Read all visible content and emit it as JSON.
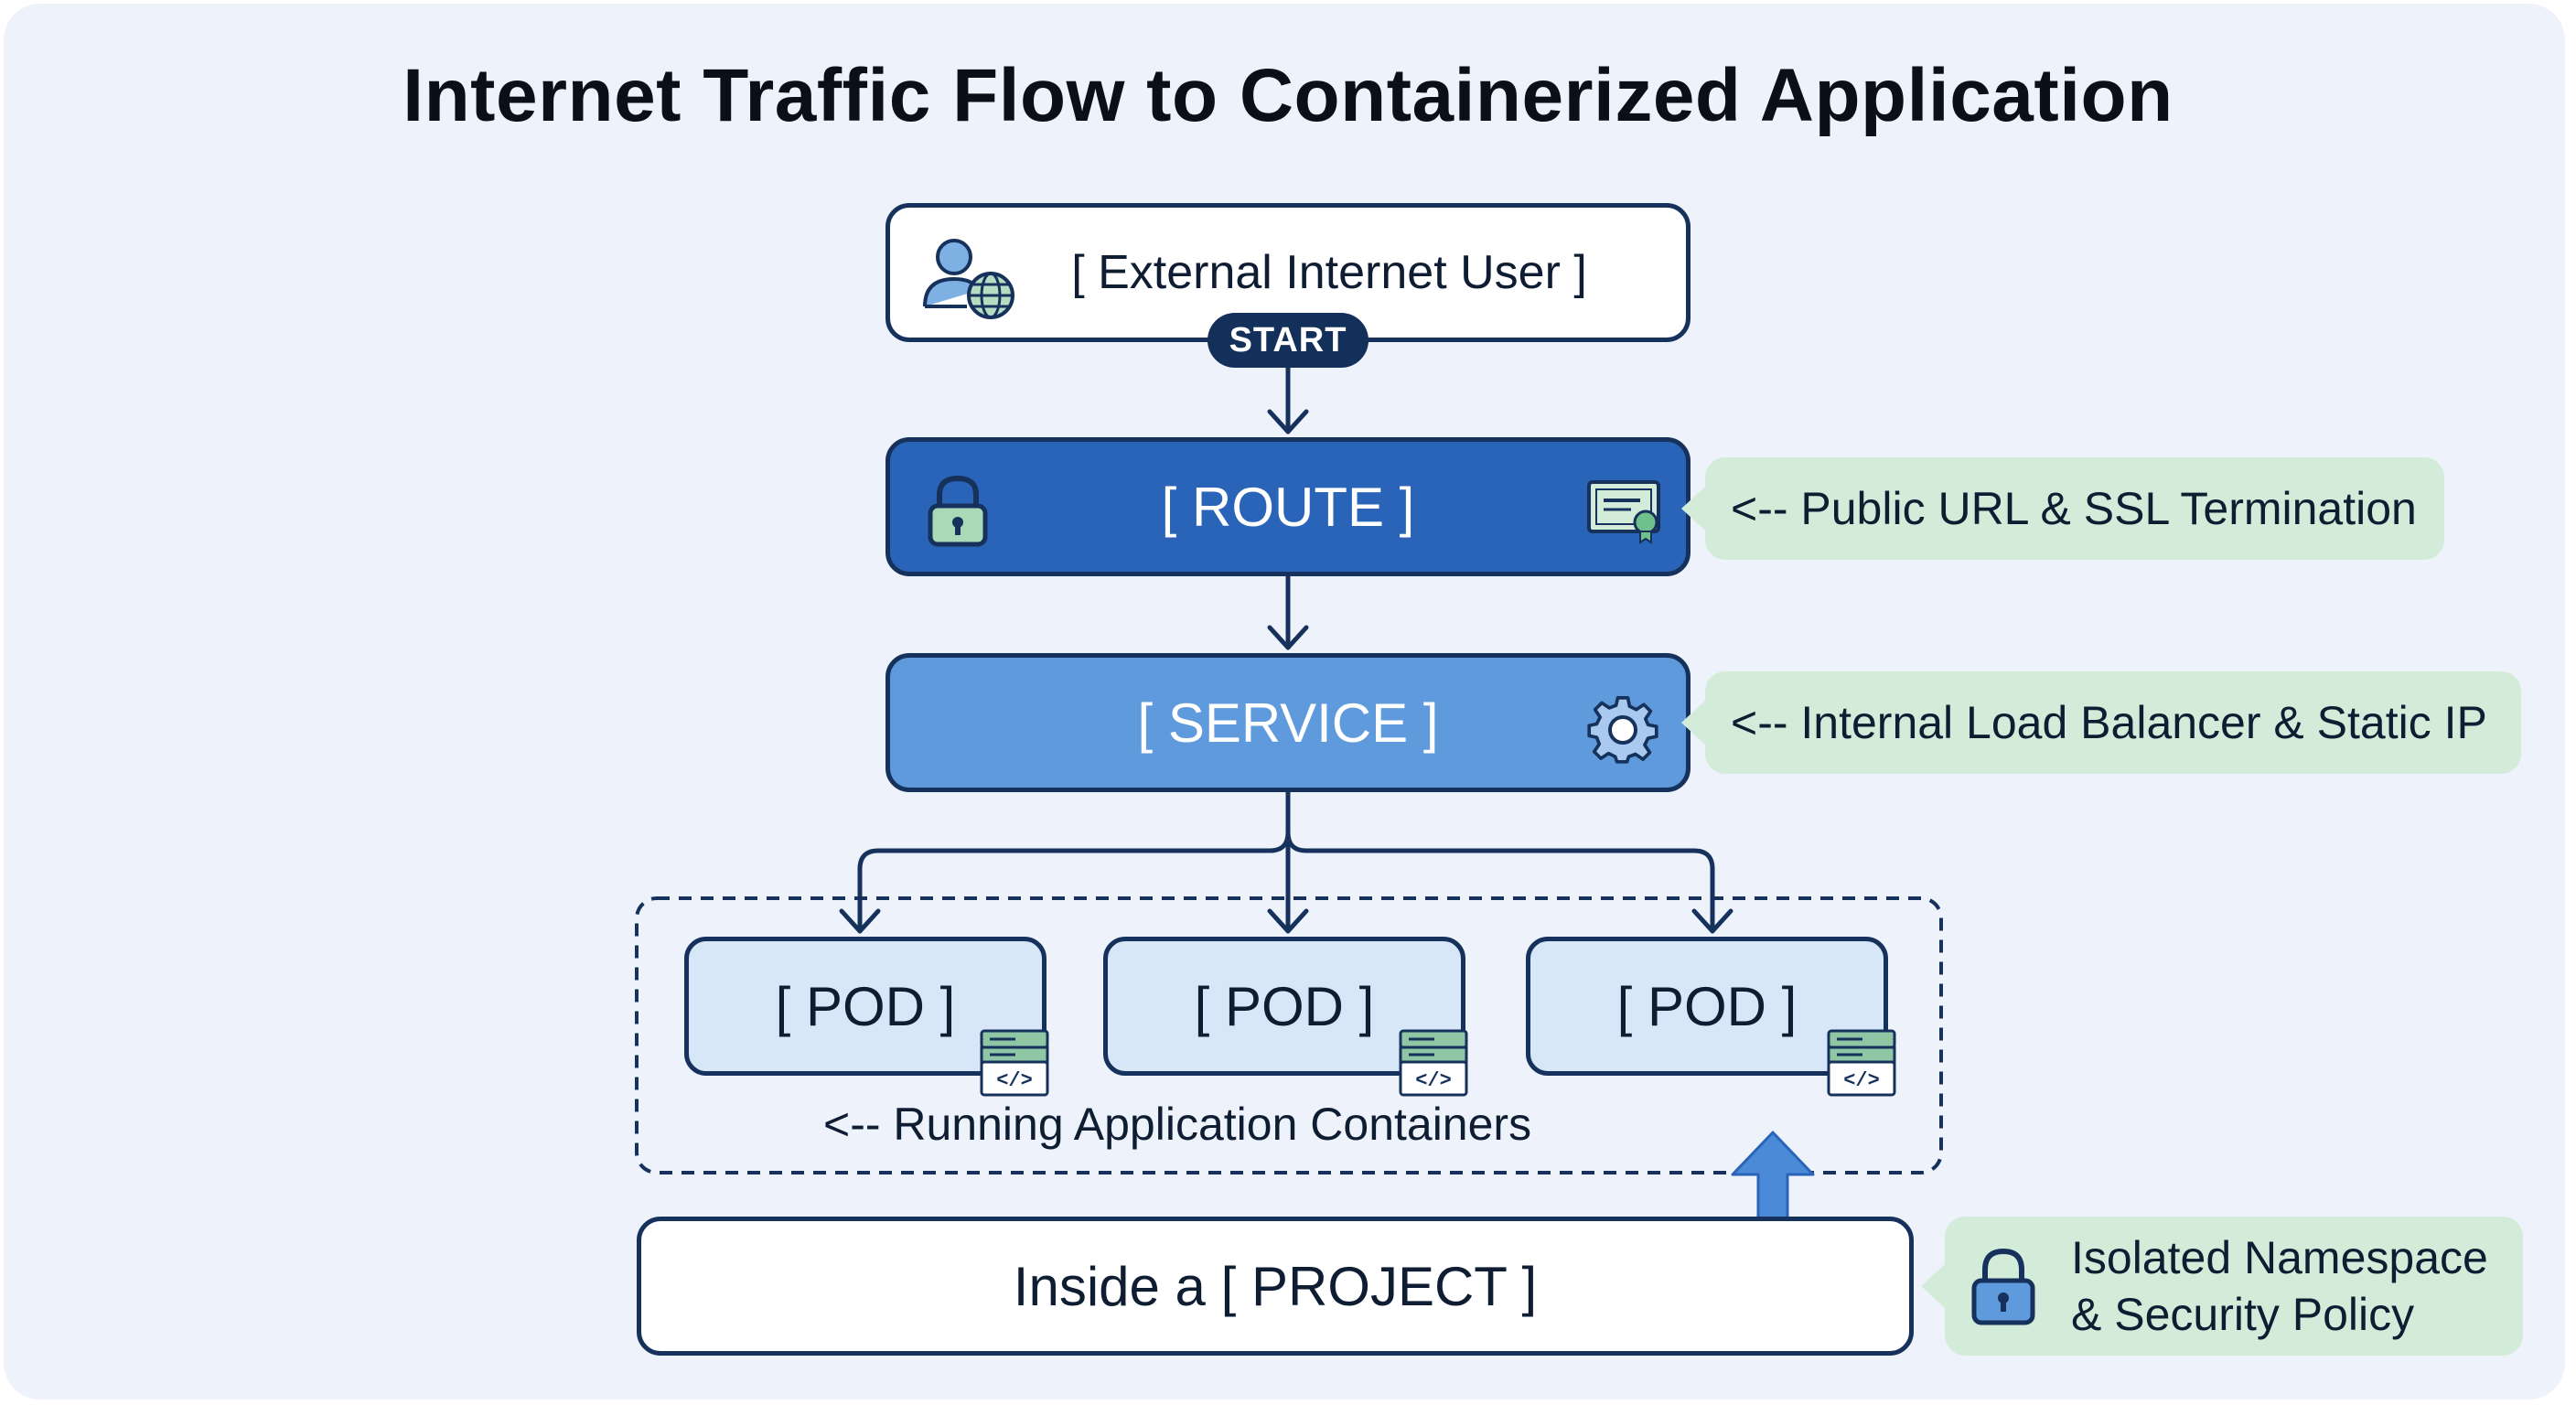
{
  "title": "Internet Traffic Flow to Containerized Application",
  "nodes": {
    "user": "[ External Internet User ]",
    "start": "START",
    "route": "[ ROUTE ]",
    "service": "[ SERVICE ]",
    "pods": [
      "[ POD ]",
      "[ POD ]",
      "[ POD ]"
    ],
    "project": "Inside a [ PROJECT ]"
  },
  "annotations": {
    "route": "<-- Public URL & SSL Termination",
    "service": "<-- Internal Load Balancer & Static IP",
    "pods": "<-- Running Application Containers",
    "project_line1": "Isolated Namespace",
    "project_line2": "& Security Policy"
  },
  "icons": {
    "user": "user-globe-icon",
    "route_left": "lock-icon",
    "route_right": "certificate-icon",
    "service": "gear-icon",
    "pod": "server-code-icon",
    "project": "lock-icon",
    "connector": "double-arrow-icon"
  },
  "colors": {
    "background": "#eef2fa",
    "border": "#16325c",
    "route_fill": "#2a64b8",
    "service_fill": "#5f9bdc",
    "pod_fill": "#d8e7f8",
    "note_fill": "#d3ecd9",
    "start_pill": "#13305a"
  }
}
